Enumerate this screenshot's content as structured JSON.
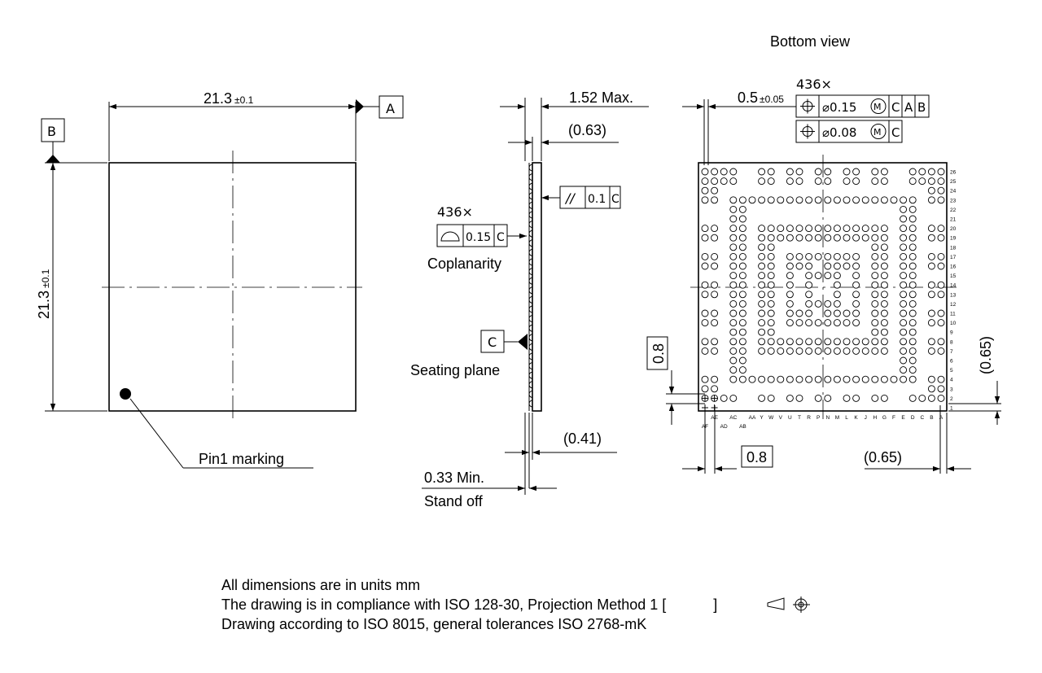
{
  "title": "Bottom view",
  "top_view": {
    "width_main": "21.3",
    "width_tol": "±0.1",
    "height_main": "21.3",
    "height_tol": "±0.1",
    "datum_a": "A",
    "datum_b": "B",
    "pin1_label": "Pin1 marking"
  },
  "side_view": {
    "height_max": "1.52 Max.",
    "substrate": "(0.63)",
    "parallelism_symbol": "//",
    "parallelism_value": "0.1",
    "parallelism_datum": "C",
    "count": "436×",
    "coplanarity_value": "0.15",
    "coplanarity_datum": "C",
    "coplanarity_label": "Coplanarity",
    "datum_c": "C",
    "seating_label": "Seating plane",
    "ball_height": "(0.41)",
    "standoff_value": "0.33 Min.",
    "standoff_label": "Stand off"
  },
  "bottom_view": {
    "count": "436×",
    "pitch_main": "0.5",
    "pitch_tol": "±0.05",
    "fcf1": [
      "⌀0.15",
      "M",
      "C",
      "A",
      "B"
    ],
    "fcf2": [
      "⌀0.08",
      "M",
      "C"
    ],
    "pitch_x": "0.8",
    "pitch_y": "0.8",
    "edge_x": "(0.65)",
    "edge_y": "(0.65)",
    "row_labels": [
      "26",
      "25",
      "24",
      "23",
      "22",
      "21",
      "20",
      "19",
      "18",
      "17",
      "16",
      "15",
      "14",
      "13",
      "12",
      "11",
      "10",
      "9",
      "8",
      "7",
      "6",
      "5",
      "4",
      "3",
      "2",
      "1"
    ],
    "col_labels": [
      "AF",
      "AE",
      "AD",
      "AC",
      "AB",
      "AA",
      "Y",
      "W",
      "V",
      "U",
      "T",
      "R",
      "P",
      "N",
      "M",
      "L",
      "K",
      "J",
      "H",
      "G",
      "F",
      "E",
      "D",
      "C",
      "B",
      "A"
    ]
  },
  "notes": [
    "All dimensions are in units mm",
    "The drawing is in compliance with ISO 128-30, Projection Method 1 [",
    "Drawing according to ISO 8015, general tolerances ISO 2768-mK"
  ],
  "notes_suffix": "]"
}
